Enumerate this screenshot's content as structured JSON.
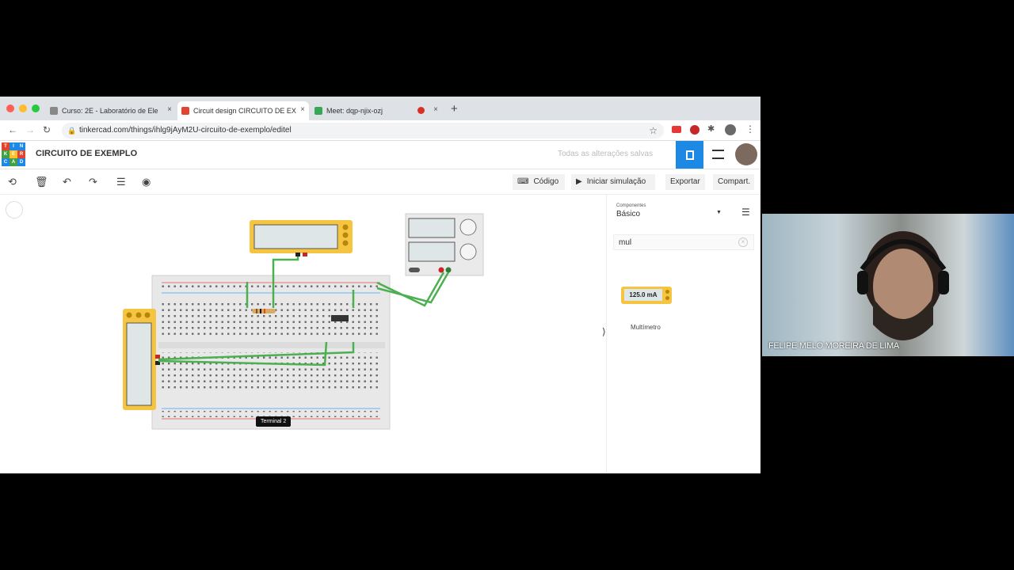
{
  "browser": {
    "tabs": [
      {
        "title": "Curso: 2E - Laboratório de Ele",
        "favicon_color": "#888888"
      },
      {
        "title": "Circuit design CIRCUITO DE EX",
        "favicon_color": "#e2452e"
      },
      {
        "title": "Meet: dqp-njix-ozj",
        "favicon_color": "#34a853"
      }
    ],
    "new_tab": "+",
    "url": "tinkercad.com/things/ihlg9jAyM2U-circuito-de-exemplo/editel",
    "tab_close": "×"
  },
  "tinkercad": {
    "logo_letters": [
      "T",
      "I",
      "N",
      "K",
      "E",
      "R",
      "C",
      "A",
      "D"
    ],
    "design_title": "CIRCUITO DE EXEMPLO",
    "save_status": "Todas as alterações salvas",
    "toolbar": {
      "code_label": "Código",
      "start_sim_label": "Iniciar simulação",
      "export_label": "Exportar",
      "share_label": "Compart."
    },
    "tooltip": "Terminal 2",
    "panel_toggle": "⟩",
    "side": {
      "components_label": "Componentes",
      "components_value": "Básico",
      "search_value": "mul",
      "result_display": "125.0 mA",
      "result_name": "Multímetro"
    }
  },
  "webcam": {
    "participant_name": "FELIPE MELO MOREIRA DE LIMA"
  },
  "colors": {
    "wire_green": "#4caf50",
    "multimeter_yellow": "#f5c542",
    "tinkercad_blue": "#1e88e5",
    "breadboard": "#e8e8e8"
  }
}
